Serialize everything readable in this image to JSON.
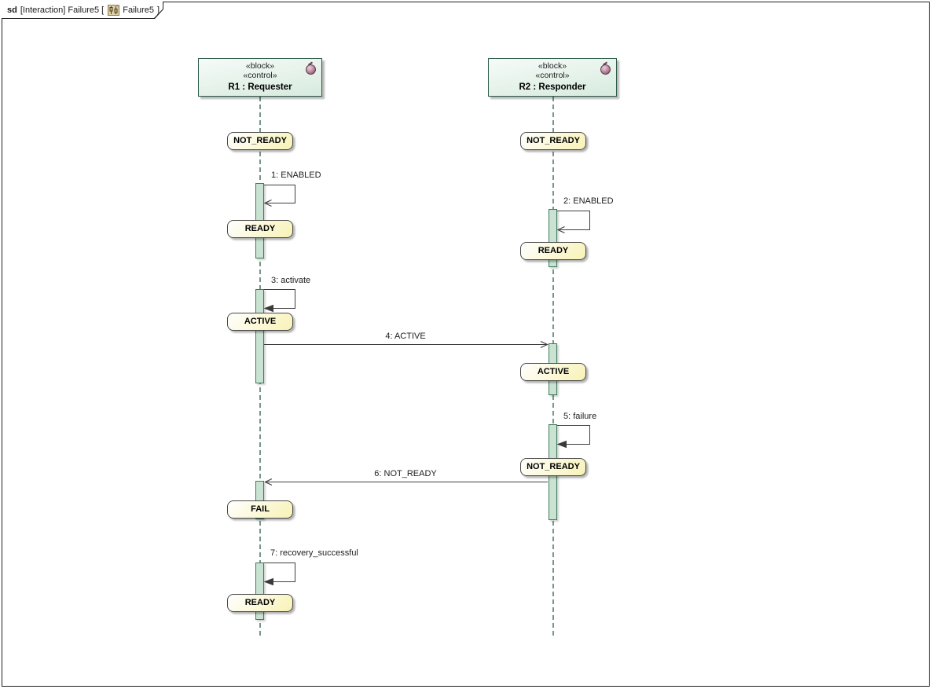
{
  "frame": {
    "keyword": "sd",
    "title": "[Interaction] Failure5 [",
    "ref_name": "Failure5",
    "close": "]"
  },
  "lifelines": [
    {
      "id": "R1",
      "stereotypes": [
        "«block»",
        "«control»"
      ],
      "name": "R1 : Requester"
    },
    {
      "id": "R2",
      "stereotypes": [
        "«block»",
        "«control»"
      ],
      "name": "R2 : Responder"
    }
  ],
  "states": [
    {
      "lifeline": "R1",
      "label": "NOT_READY"
    },
    {
      "lifeline": "R2",
      "label": "NOT_READY"
    },
    {
      "lifeline": "R1",
      "label": "READY"
    },
    {
      "lifeline": "R2",
      "label": "READY"
    },
    {
      "lifeline": "R1",
      "label": "ACTIVE"
    },
    {
      "lifeline": "R2",
      "label": "ACTIVE"
    },
    {
      "lifeline": "R2",
      "label": "NOT_READY"
    },
    {
      "lifeline": "R1",
      "label": "FAIL"
    },
    {
      "lifeline": "R1",
      "label": "READY"
    }
  ],
  "messages": [
    {
      "label": "1: ENABLED",
      "kind": "self-open",
      "lifeline": "R1"
    },
    {
      "label": "2: ENABLED",
      "kind": "self-open",
      "lifeline": "R2"
    },
    {
      "label": "3: activate",
      "kind": "self-filled",
      "lifeline": "R1"
    },
    {
      "label": "4: ACTIVE",
      "kind": "async",
      "from": "R1",
      "to": "R2"
    },
    {
      "label": "5: failure",
      "kind": "self-filled",
      "lifeline": "R2"
    },
    {
      "label": "6: NOT_READY",
      "kind": "async",
      "from": "R2",
      "to": "R1"
    },
    {
      "label": "7: recovery_successful",
      "kind": "self-filled",
      "lifeline": "R1"
    }
  ],
  "colors": {
    "head_fill": "#d7ebde",
    "head_border": "#2f5d4a",
    "activation_fill": "#c9e2d2",
    "activation_border": "#3f7a5e",
    "state_fill": "#f8f2b5",
    "state_border": "#4a4a4a",
    "lifeline": "#2e5c4b",
    "message_line": "#3f3f3f",
    "ball_dark": "#5f3c50"
  }
}
